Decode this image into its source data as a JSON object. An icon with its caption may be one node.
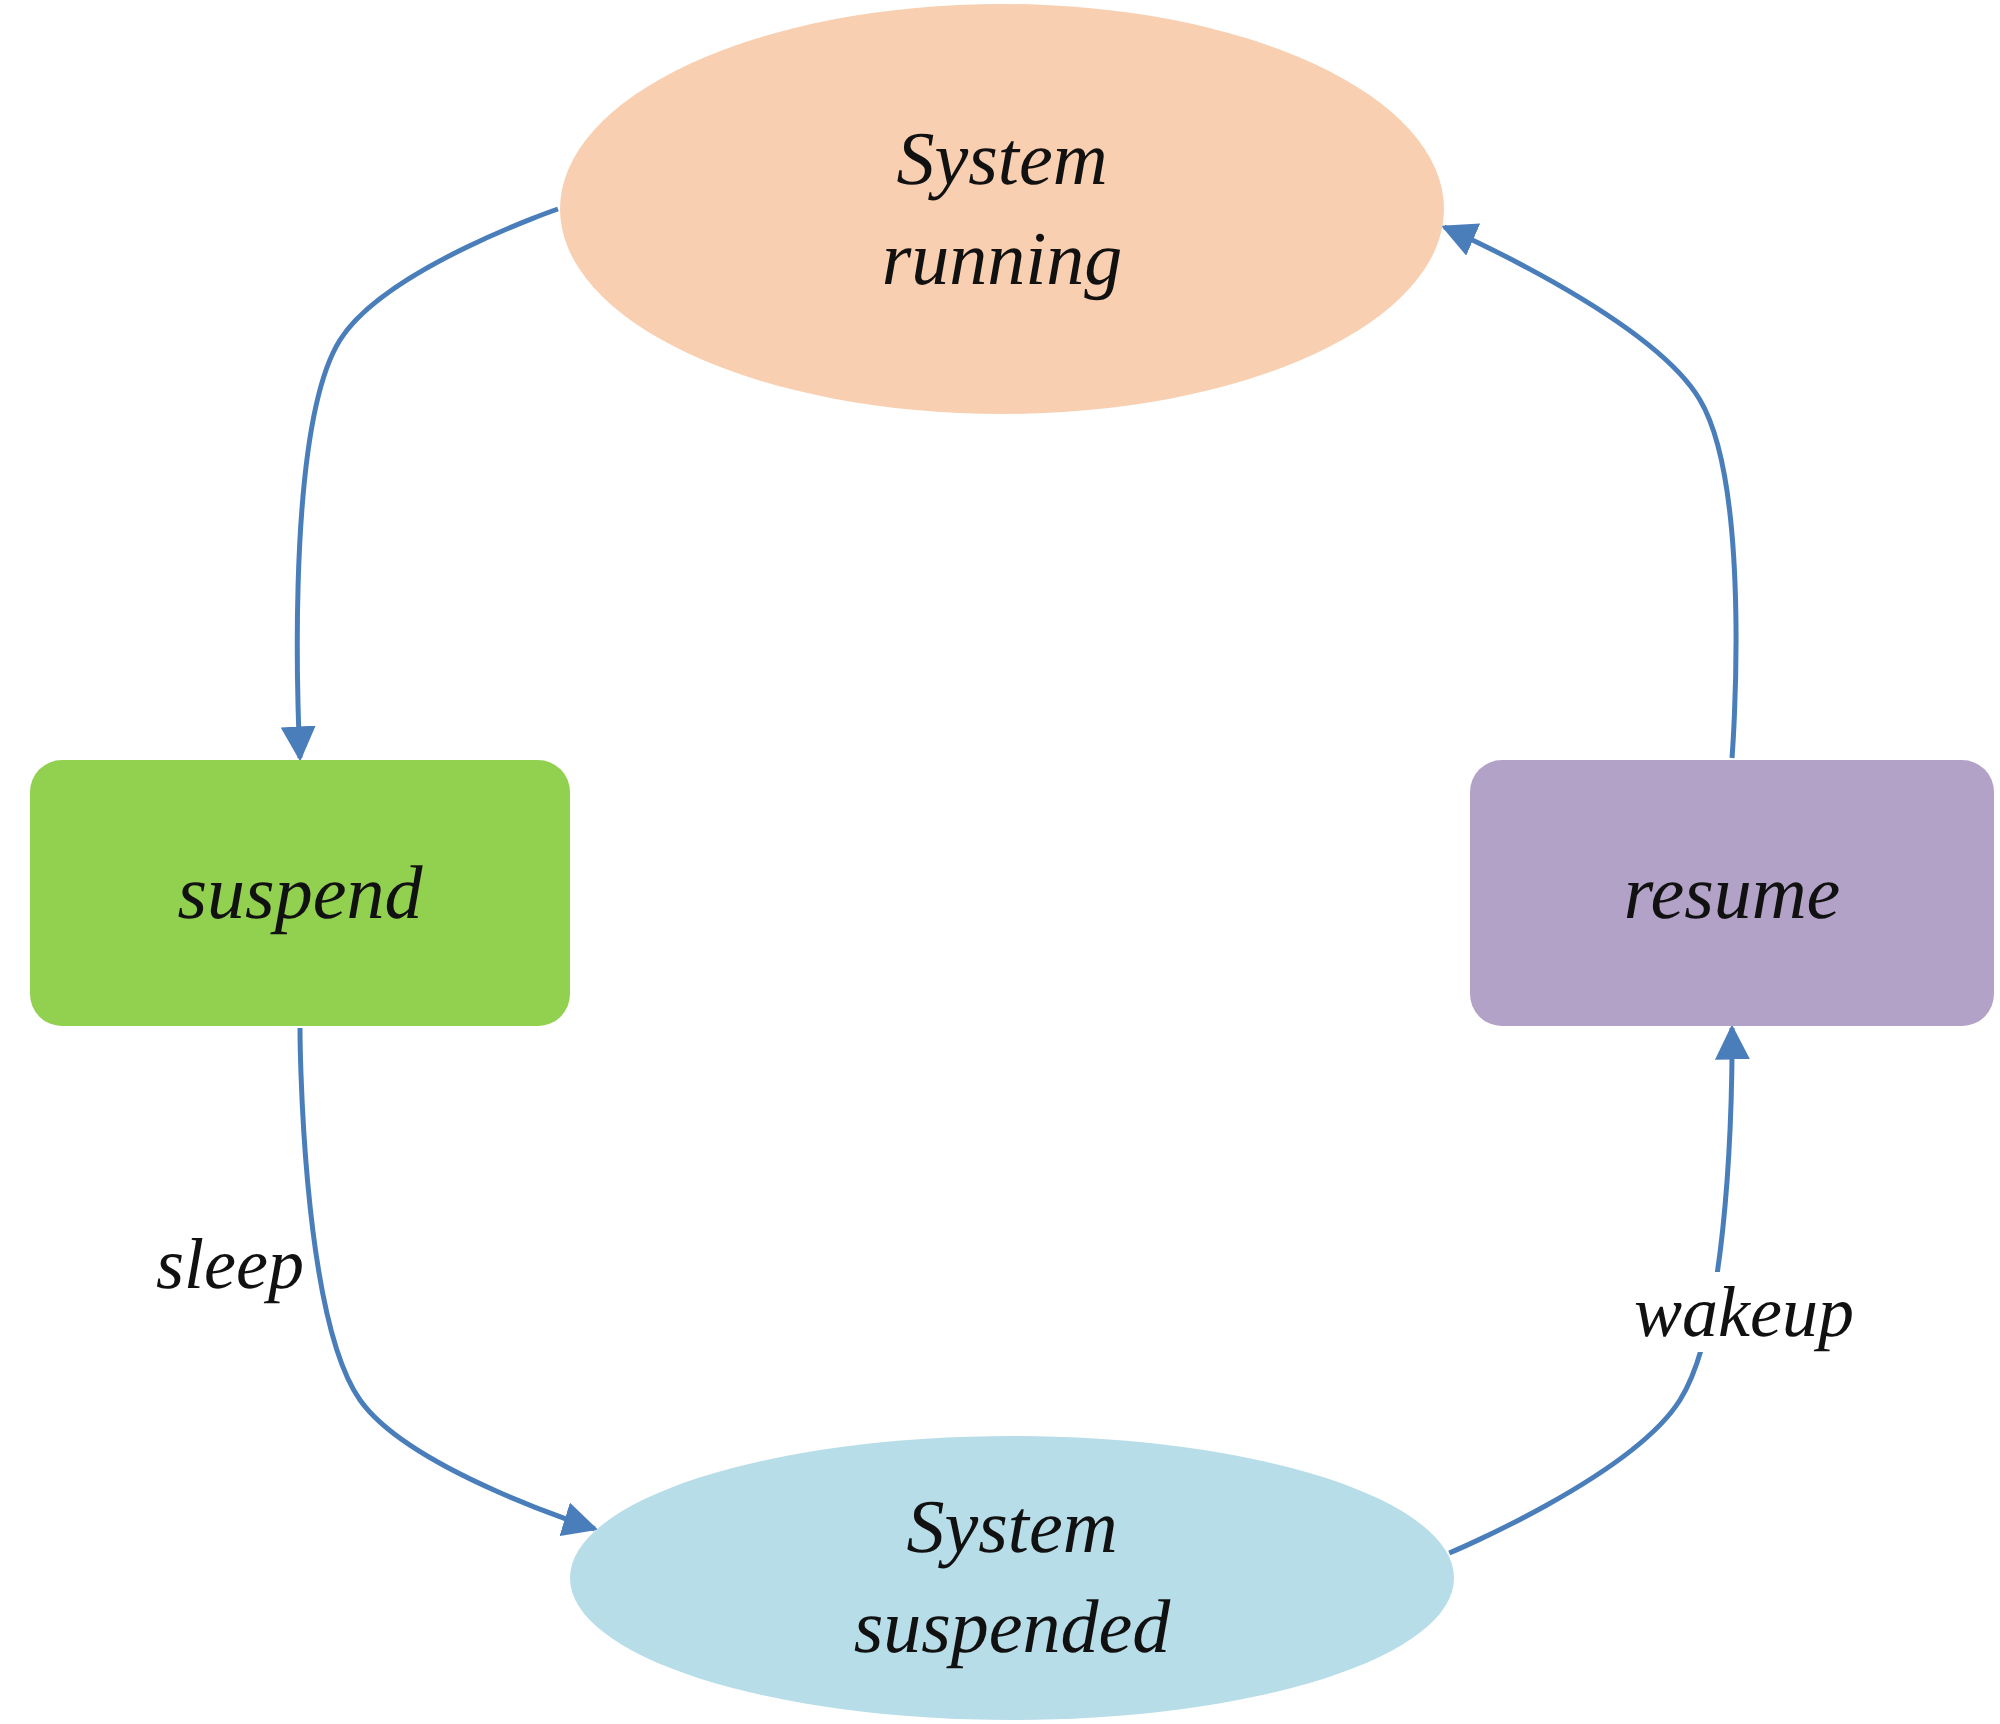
{
  "diagram": {
    "nodes": [
      {
        "text": [
          "System running"
        ]
      },
      {
        "text": [
          "suspend"
        ]
      },
      {
        "text": [
          "resume"
        ]
      },
      {
        "text": [
          "System suspended"
        ]
      }
    ],
    "edges": [
      {
        "from": 0,
        "to": 1,
        "arrow": "to"
      },
      {
        "from": 1,
        "to": 3,
        "arrow": "to",
        "label": "sleep"
      },
      {
        "from": 3,
        "to": 2,
        "arrow": "to",
        "label": "wakeup"
      },
      {
        "from": 2,
        "to": 0,
        "arrow": "to"
      }
    ]
  }
}
